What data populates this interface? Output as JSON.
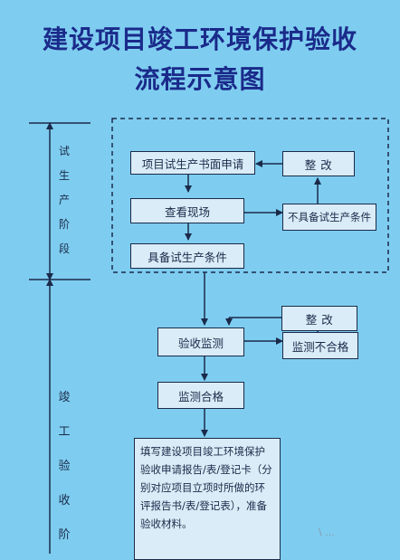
{
  "title": {
    "line1": "建设项目竣工环境保护验收",
    "line2": "流程示意图"
  },
  "stages": {
    "trial": [
      "试",
      "生",
      "产",
      "阶",
      "段"
    ],
    "acceptance": [
      "竣",
      "工",
      "验",
      "收",
      "阶"
    ]
  },
  "nodes": {
    "apply": "项目试生产书面申请",
    "rectify1": "整 改",
    "inspect": "查看现场",
    "not_qualified": "不具备试生产条件",
    "qualified": "具备试生产条件",
    "rectify2": "整 改",
    "monitor": "验收监测",
    "monitor_fail": "监测不合格",
    "monitor_pass": "监测合格",
    "submit": "填写建设项目竣工环境保护验收申请报告/表/登记卡（分别对应项目立项时所做的环评报告书/表/登记表），准备验收材料。"
  },
  "watermark": "\\ ..."
}
